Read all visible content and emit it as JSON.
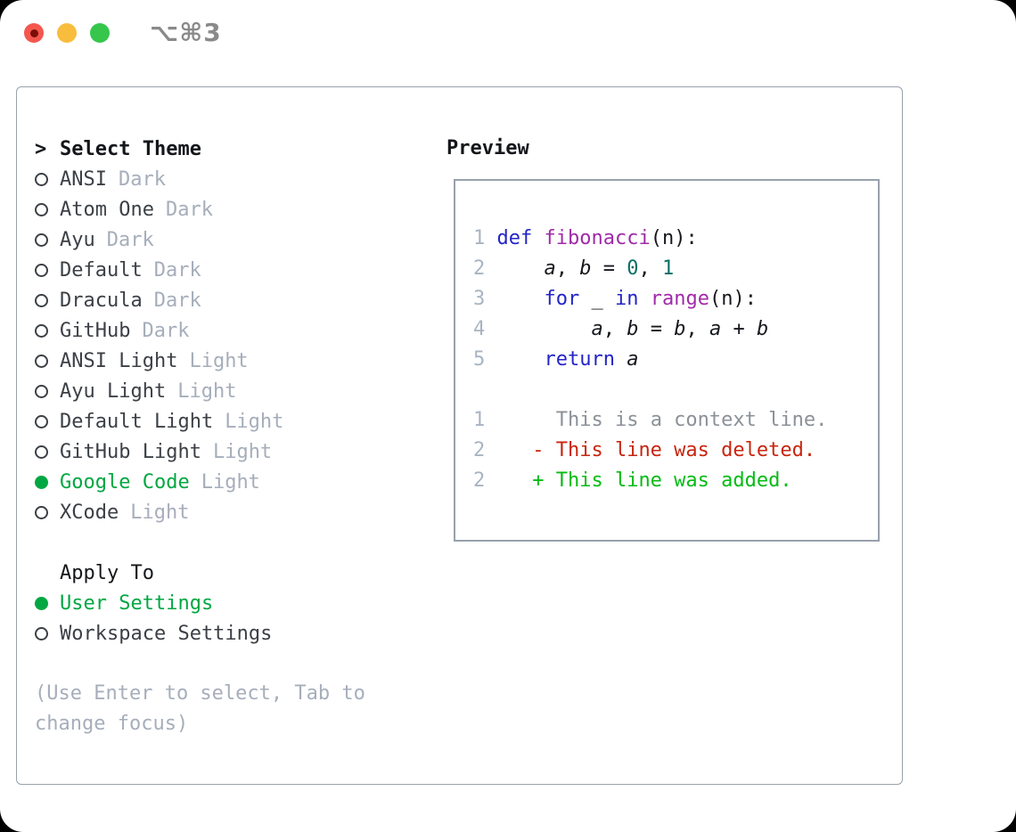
{
  "window": {
    "title": "⌥⌘3"
  },
  "theme_selector": {
    "header_prefix": ">",
    "header": "Select Theme",
    "items": [
      {
        "name": "ANSI",
        "variant": "Dark",
        "selected": false
      },
      {
        "name": "Atom One",
        "variant": "Dark",
        "selected": false
      },
      {
        "name": "Ayu",
        "variant": "Dark",
        "selected": false
      },
      {
        "name": "Default",
        "variant": "Dark",
        "selected": false
      },
      {
        "name": "Dracula",
        "variant": "Dark",
        "selected": false
      },
      {
        "name": "GitHub",
        "variant": "Dark",
        "selected": false
      },
      {
        "name": "ANSI Light",
        "variant": "Light",
        "selected": false
      },
      {
        "name": "Ayu Light",
        "variant": "Light",
        "selected": false
      },
      {
        "name": "Default Light",
        "variant": "Light",
        "selected": false
      },
      {
        "name": "GitHub Light",
        "variant": "Light",
        "selected": false
      },
      {
        "name": "Google Code",
        "variant": "Light",
        "selected": true
      },
      {
        "name": "XCode",
        "variant": "Light",
        "selected": false
      }
    ]
  },
  "apply_to": {
    "header": "Apply To",
    "options": [
      {
        "label": "User Settings",
        "selected": true
      },
      {
        "label": "Workspace Settings",
        "selected": false
      }
    ]
  },
  "hint": "(Use Enter to select, Tab to change focus)",
  "preview": {
    "title": "Preview",
    "lines": [
      {
        "tokens": [
          {
            "t": "1 ",
            "c": "lineno"
          },
          {
            "t": "def",
            "c": "kwd"
          },
          {
            "t": " ",
            "c": "plain"
          },
          {
            "t": "fibonacci",
            "c": "fn"
          },
          {
            "t": "(n):",
            "c": "plain"
          }
        ]
      },
      {
        "tokens": [
          {
            "t": "2 ",
            "c": "lineno"
          },
          {
            "t": "    ",
            "c": "plain"
          },
          {
            "t": "a",
            "c": "var"
          },
          {
            "t": ", ",
            "c": "plain"
          },
          {
            "t": "b",
            "c": "var"
          },
          {
            "t": " = ",
            "c": "plain"
          },
          {
            "t": "0",
            "c": "num"
          },
          {
            "t": ", ",
            "c": "plain"
          },
          {
            "t": "1",
            "c": "num"
          }
        ]
      },
      {
        "tokens": [
          {
            "t": "3 ",
            "c": "lineno"
          },
          {
            "t": "    ",
            "c": "plain"
          },
          {
            "t": "for",
            "c": "kwd"
          },
          {
            "t": " _ ",
            "c": "plain"
          },
          {
            "t": "in",
            "c": "kwd"
          },
          {
            "t": " ",
            "c": "plain"
          },
          {
            "t": "range",
            "c": "fn"
          },
          {
            "t": "(n):",
            "c": "plain"
          }
        ]
      },
      {
        "tokens": [
          {
            "t": "4 ",
            "c": "lineno"
          },
          {
            "t": "        ",
            "c": "plain"
          },
          {
            "t": "a",
            "c": "var"
          },
          {
            "t": ", ",
            "c": "plain"
          },
          {
            "t": "b",
            "c": "var"
          },
          {
            "t": " = ",
            "c": "plain"
          },
          {
            "t": "b",
            "c": "var"
          },
          {
            "t": ", ",
            "c": "plain"
          },
          {
            "t": "a",
            "c": "var"
          },
          {
            "t": " + ",
            "c": "plain"
          },
          {
            "t": "b",
            "c": "var"
          }
        ]
      },
      {
        "tokens": [
          {
            "t": "5 ",
            "c": "lineno"
          },
          {
            "t": "    ",
            "c": "plain"
          },
          {
            "t": "return",
            "c": "kwd"
          },
          {
            "t": " ",
            "c": "plain"
          },
          {
            "t": "a",
            "c": "var"
          }
        ]
      },
      {
        "tokens": []
      },
      {
        "tokens": [
          {
            "t": "1",
            "c": "lineno"
          },
          {
            "t": "      ",
            "c": "plain"
          },
          {
            "t": "This is a context line.",
            "c": "ctx"
          }
        ]
      },
      {
        "tokens": [
          {
            "t": "2",
            "c": "lineno"
          },
          {
            "t": "    ",
            "c": "plain"
          },
          {
            "t": "- This line was deleted.",
            "c": "del"
          }
        ]
      },
      {
        "tokens": [
          {
            "t": "2",
            "c": "lineno"
          },
          {
            "t": "    ",
            "c": "plain"
          },
          {
            "t": "+ This line was added.",
            "c": "add"
          }
        ]
      }
    ]
  },
  "colors": {
    "selected_green": "#00a742",
    "traffic_red": "#f4574e",
    "traffic_red_dot": "#7c0f08",
    "traffic_yellow": "#f9bd3d",
    "traffic_green": "#36c64c",
    "panel_border": "#98a1ac",
    "text_primary": "#14161a",
    "text_name": "#3c4046",
    "text_muted": "#a6aebb",
    "title_gray": "#8a8a8a",
    "syntax_keyword": "#2424c8",
    "syntax_function": "#a02aa8",
    "syntax_number": "#0a6e66",
    "syntax_plain": "#16181d",
    "syntax_lineno": "#a9b4c2",
    "diff_context": "#8b9198",
    "diff_deleted": "#c8250f",
    "diff_added": "#05bb13"
  }
}
